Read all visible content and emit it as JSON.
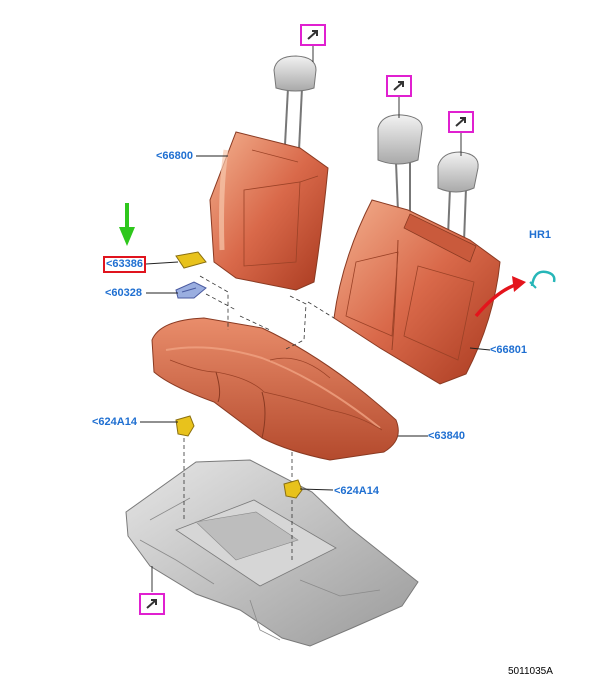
{
  "diagram": {
    "callouts": {
      "c66800": "<66800",
      "c63386": "<63386",
      "c60328": "<60328",
      "c66801": "<66801",
      "c624a14_left": "<624A14",
      "c63840": "<63840",
      "c624a14_right": "<624A14",
      "hr1": "HR1"
    },
    "reference_code": "5011035A",
    "icons": {
      "external_link": "arrow-in-box-icon",
      "highlight_arrow": "green-down-arrow-icon",
      "curved_arrow": "red-curved-arrow-icon"
    },
    "colors": {
      "label": "#1f6fd1",
      "highlight_box": "#e0141e",
      "link_box": "#e020d0",
      "seat_fabric": "#d9694a",
      "floor_pan": "#c9c9c9",
      "bracket": "#e8c21c",
      "pointer_arrow": "#2ec71c",
      "curve_arrow": "#e4141c",
      "hr1_part": "#27b6b8"
    }
  }
}
